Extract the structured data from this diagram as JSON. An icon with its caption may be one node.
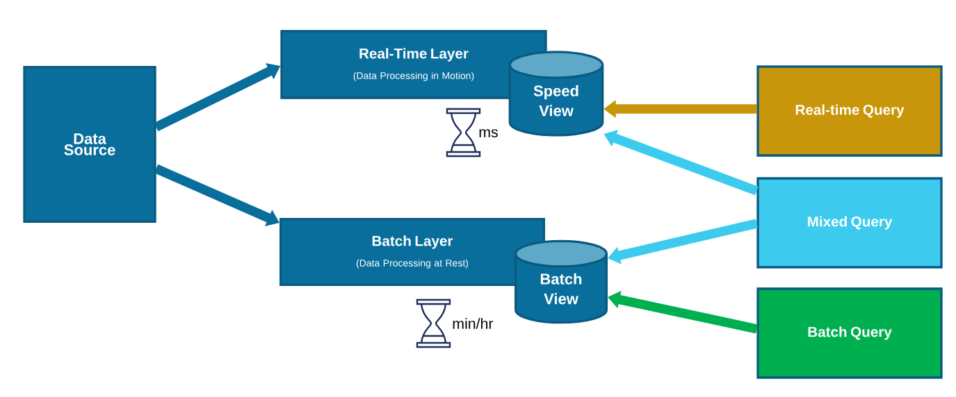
{
  "diagram": {
    "nodes": [
      {
        "text": [
          "Data Source"
        ]
      },
      {
        "text": [
          "Real-Time Layer",
          "(Data Processing in Motion)"
        ]
      },
      {
        "text": [
          "Speed View"
        ]
      },
      {
        "text": [
          "Batch Layer",
          "(Data Processing at Rest)"
        ]
      },
      {
        "text": [
          "Batch View"
        ]
      },
      {
        "text": [
          "Real-time Query"
        ]
      },
      {
        "text": [
          "Mixed Query"
        ]
      },
      {
        "text": [
          "Batch Query"
        ]
      }
    ],
    "edges": [
      {
        "from": 0,
        "to": 1,
        "arrow": "to"
      },
      {
        "from": 0,
        "to": 3,
        "arrow": "to"
      },
      {
        "from": 5,
        "to": 2,
        "arrow": "to",
        "color": "#c8960a"
      },
      {
        "from": 6,
        "to": 2,
        "arrow": "to",
        "color": "#3ccbee"
      },
      {
        "from": 6,
        "to": 4,
        "arrow": "to",
        "color": "#3ccbee"
      },
      {
        "from": 7,
        "to": 4,
        "arrow": "to",
        "color": "#00b050"
      }
    ],
    "labels": [
      "ms",
      "min/hr"
    ]
  }
}
